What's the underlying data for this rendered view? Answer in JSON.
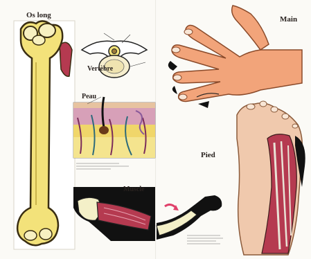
{
  "labels": {
    "bone": "Os long",
    "vertebra": "Vertèbre",
    "skin": "Peau",
    "hand": "Main",
    "foot": "Pied",
    "muscle": "Muscle"
  },
  "colors": {
    "bone": "#f3e27a",
    "bone_outline": "#3a2e12",
    "skin_hand": "#f2a47a",
    "skin_foot": "#f0c9ad",
    "muscle": "#b53a50",
    "tendon": "#e9e3d6",
    "black": "#111111",
    "cream": "#f4f0c8",
    "arrow": "#e0406a"
  }
}
